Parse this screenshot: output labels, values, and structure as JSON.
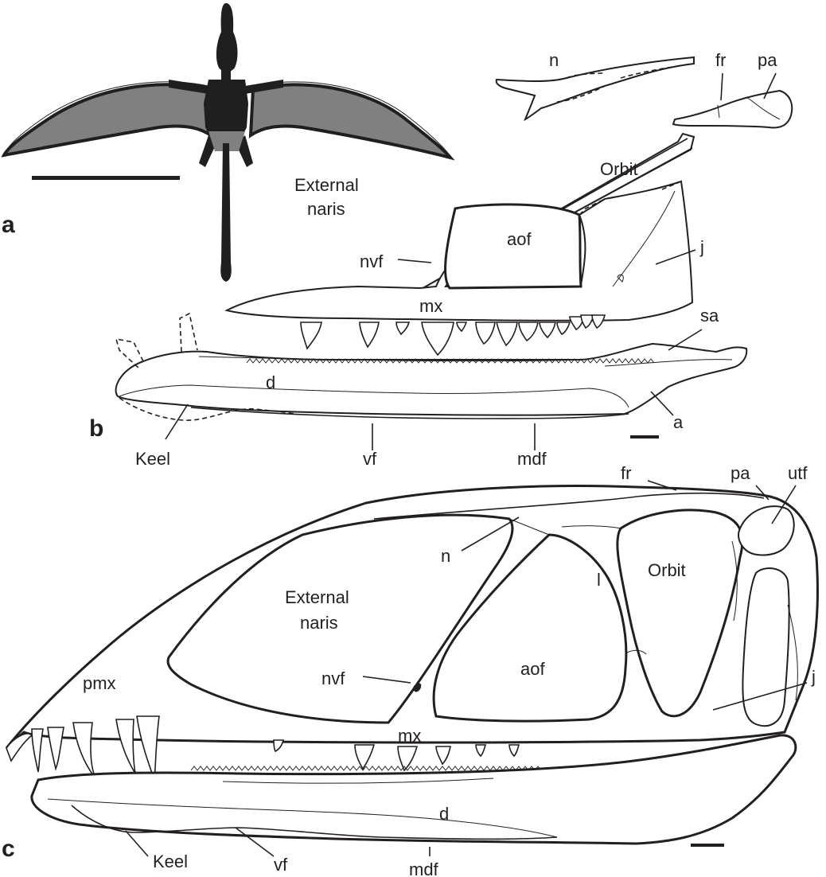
{
  "panels": {
    "a": "a",
    "b": "b",
    "c": "c"
  },
  "panel_b": {
    "external_naris": [
      "External",
      "naris"
    ],
    "orbit": "Orbit",
    "aof": "aof",
    "nvf": "nvf",
    "j": "j",
    "mx": "mx",
    "sa": "sa",
    "d": "d",
    "a": "a",
    "keel": "Keel",
    "vf": "vf",
    "mdf": "mdf",
    "n": "n",
    "fr": "fr",
    "pa": "pa"
  },
  "panel_c": {
    "fr": "fr",
    "pa": "pa",
    "utf": "utf",
    "n": "n",
    "l": "l",
    "orbit": "Orbit",
    "external_naris": [
      "External",
      "naris"
    ],
    "pmx": "pmx",
    "nvf": "nvf",
    "aof": "aof",
    "j": "j",
    "mx": "mx",
    "d": "d",
    "keel": "Keel",
    "vf": "vf",
    "mdf": "mdf"
  },
  "colors": {
    "ink": "#231f20",
    "wing_membrane": "#808080",
    "silhouette": "#1f1f1f"
  }
}
